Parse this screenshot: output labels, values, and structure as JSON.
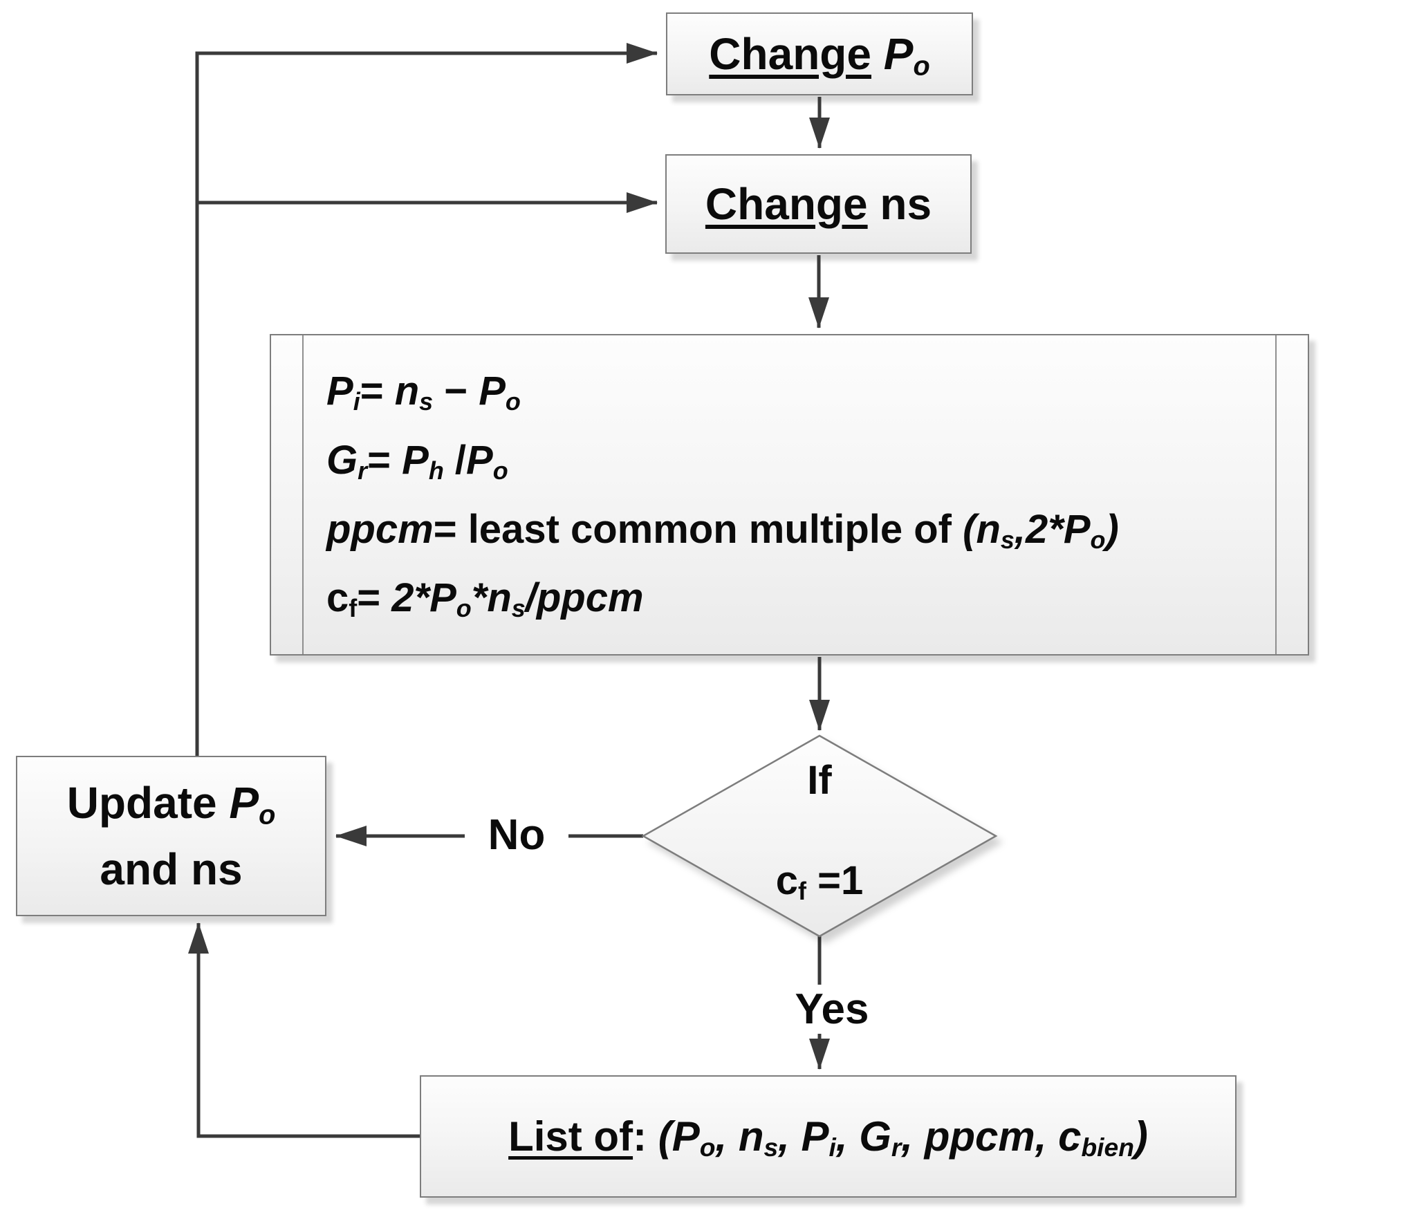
{
  "colors": {
    "background": "#ffffff",
    "line": "#3a3a3a",
    "node_border": "#7d7d7d",
    "node_fill_top": "#fdfdfd",
    "node_fill_bottom": "#eaeaea",
    "text": "#0b0b0b"
  },
  "nodes": {
    "change_po": {
      "type": "process-step",
      "segments": [
        {
          "t": "Change",
          "u": true
        },
        {
          "t": " "
        },
        {
          "t": "P",
          "i": true
        },
        {
          "t": "o",
          "i": true,
          "sub": true
        }
      ]
    },
    "change_ns": {
      "type": "process-step",
      "segments": [
        {
          "t": "Change",
          "u": true
        },
        {
          "t": " ns"
        }
      ]
    },
    "process": {
      "type": "predefined-process",
      "lines": [
        [
          {
            "t": "P",
            "i": true
          },
          {
            "t": "i",
            "i": true,
            "sub": true
          },
          {
            "t": "= "
          },
          {
            "t": "n",
            "i": true
          },
          {
            "t": "s",
            "i": true,
            "sub": true
          },
          {
            "t": " − "
          },
          {
            "t": "P",
            "i": true
          },
          {
            "t": "o",
            "i": true,
            "sub": true
          }
        ],
        [
          {
            "t": "G",
            "i": true
          },
          {
            "t": "r",
            "i": true,
            "sub": true
          },
          {
            "t": "= "
          },
          {
            "t": "P",
            "i": true
          },
          {
            "t": "h",
            "i": true,
            "sub": true
          },
          {
            "t": " /"
          },
          {
            "t": "P",
            "i": true
          },
          {
            "t": "o",
            "i": true,
            "sub": true
          }
        ],
        [
          {
            "t": "ppcm",
            "i": true
          },
          {
            "t": "= "
          },
          {
            "t": "least common multiple of "
          },
          {
            "t": "(",
            "i": true
          },
          {
            "t": "n",
            "i": true
          },
          {
            "t": "s",
            "i": true,
            "sub": true
          },
          {
            "t": ",2*",
            "i": true
          },
          {
            "t": "P",
            "i": true
          },
          {
            "t": "o",
            "i": true,
            "sub": true
          },
          {
            "t": ")",
            "i": true
          }
        ],
        [
          {
            "t": "c"
          },
          {
            "t": "f",
            "sub": true
          },
          {
            "t": "= "
          },
          {
            "t": "2*",
            "i": true
          },
          {
            "t": "P",
            "i": true
          },
          {
            "t": "o",
            "i": true,
            "sub": true
          },
          {
            "t": "*",
            "i": true
          },
          {
            "t": "n",
            "i": true
          },
          {
            "t": "s",
            "i": true,
            "sub": true
          },
          {
            "t": "/",
            "i": true
          },
          {
            "t": "ppcm",
            "i": true
          }
        ]
      ]
    },
    "decision": {
      "type": "decision-diamond",
      "title": "If",
      "condition_segments": [
        {
          "t": "c"
        },
        {
          "t": "f",
          "sub": true
        },
        {
          "t": " =1"
        }
      ]
    },
    "update": {
      "type": "process-step",
      "line1_segments": [
        {
          "t": "Update "
        },
        {
          "t": "P",
          "i": true
        },
        {
          "t": "o",
          "i": true,
          "sub": true
        }
      ],
      "line2": "and ns"
    },
    "list": {
      "type": "output-step",
      "segments": [
        {
          "t": "List of",
          "u": true
        },
        {
          "t": ": "
        },
        {
          "t": "(",
          "i": true
        },
        {
          "t": "P",
          "i": true
        },
        {
          "t": "o",
          "i": true,
          "sub": true
        },
        {
          "t": ", ",
          "i": true
        },
        {
          "t": "n",
          "i": true
        },
        {
          "t": "s",
          "i": true,
          "sub": true
        },
        {
          "t": ", ",
          "i": true
        },
        {
          "t": "P",
          "i": true
        },
        {
          "t": "i",
          "i": true,
          "sub": true
        },
        {
          "t": ", ",
          "i": true
        },
        {
          "t": "G",
          "i": true
        },
        {
          "t": "r",
          "i": true,
          "sub": true
        },
        {
          "t": ", ",
          "i": true
        },
        {
          "t": "ppcm",
          "i": true
        },
        {
          "t": ", ",
          "i": true
        },
        {
          "t": "c",
          "i": true
        },
        {
          "t": "bien",
          "i": true,
          "sub": true
        },
        {
          "t": ")",
          "i": true
        }
      ]
    }
  },
  "labels": {
    "no": "No",
    "yes": "Yes"
  }
}
